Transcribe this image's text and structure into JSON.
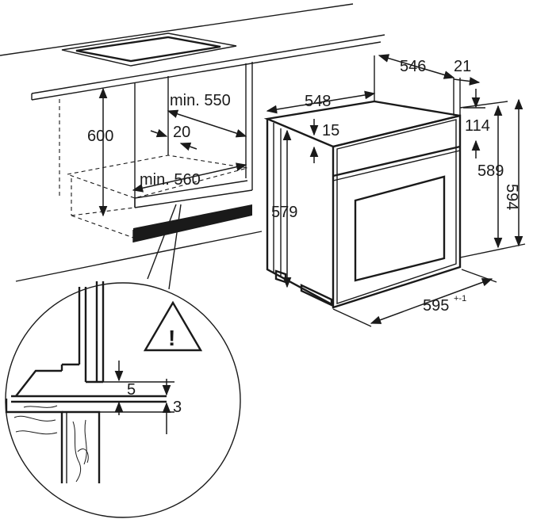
{
  "cabinet": {
    "height": "600",
    "depth": "min. 550",
    "gap": "20",
    "width": "min. 560"
  },
  "oven": {
    "depth_total": "546",
    "front_thickness": "21",
    "depth_body": "548",
    "top_offset": "15",
    "panel_offset": "114",
    "body_height": "579",
    "front_height": "589",
    "total_height": "594",
    "width": "595",
    "width_tolerance": "+-1"
  },
  "detail": {
    "gap_top": "5",
    "gap_bottom": "3",
    "warning": "!"
  }
}
